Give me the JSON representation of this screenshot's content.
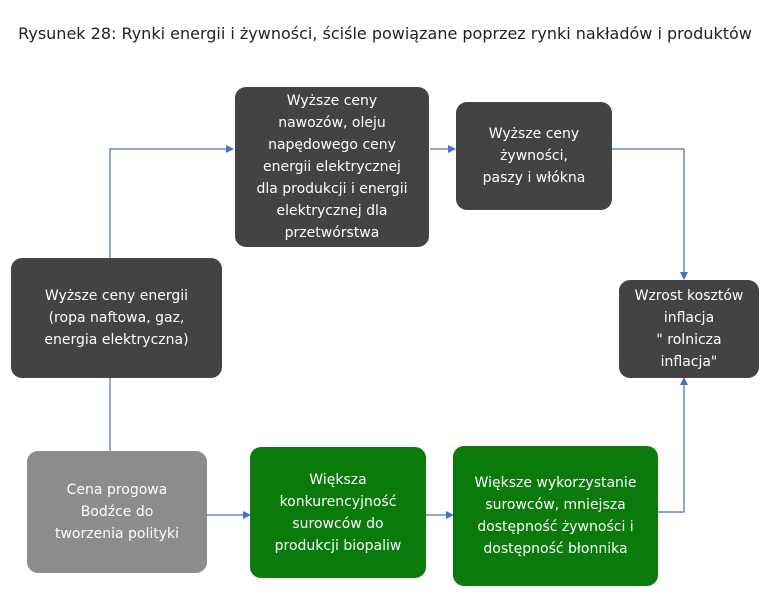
{
  "title": "Rysunek 28: Rynki energii i żywności, ściśle powiązane poprzez rynki nakładów i produktów",
  "nodes": {
    "fertilizer": "Wyższe ceny\nnawozów, oleju\nnapędowego ceny\nenergii elektrycznej\ndla produkcji i energii\nelektrycznej dla\nprzetwórstwa",
    "food": "Wyższe ceny\nżywności,\npaszy i włókna",
    "energy": "Wyższe ceny energii\n(ropa naftowa, gaz,\nenergia elektryczna)",
    "costs": "Wzrost kosztów\ninflacja\n\" rolnicza inflacja\"",
    "threshold": "Cena progowa\nBodźce do\ntworzenia polityki",
    "competition": "Większa\nkonkurencyjność\nsurowców do\nprodukcji biopaliw",
    "use": "Większe wykorzystanie\nsurowców, mniejsza\ndostępność żywności i\ndostępność błonnika"
  },
  "colors": {
    "dark_box": "#434343",
    "grey_box": "#8c8c8c",
    "green_box": "#0a7a0a",
    "arrow": "#4472c4"
  }
}
